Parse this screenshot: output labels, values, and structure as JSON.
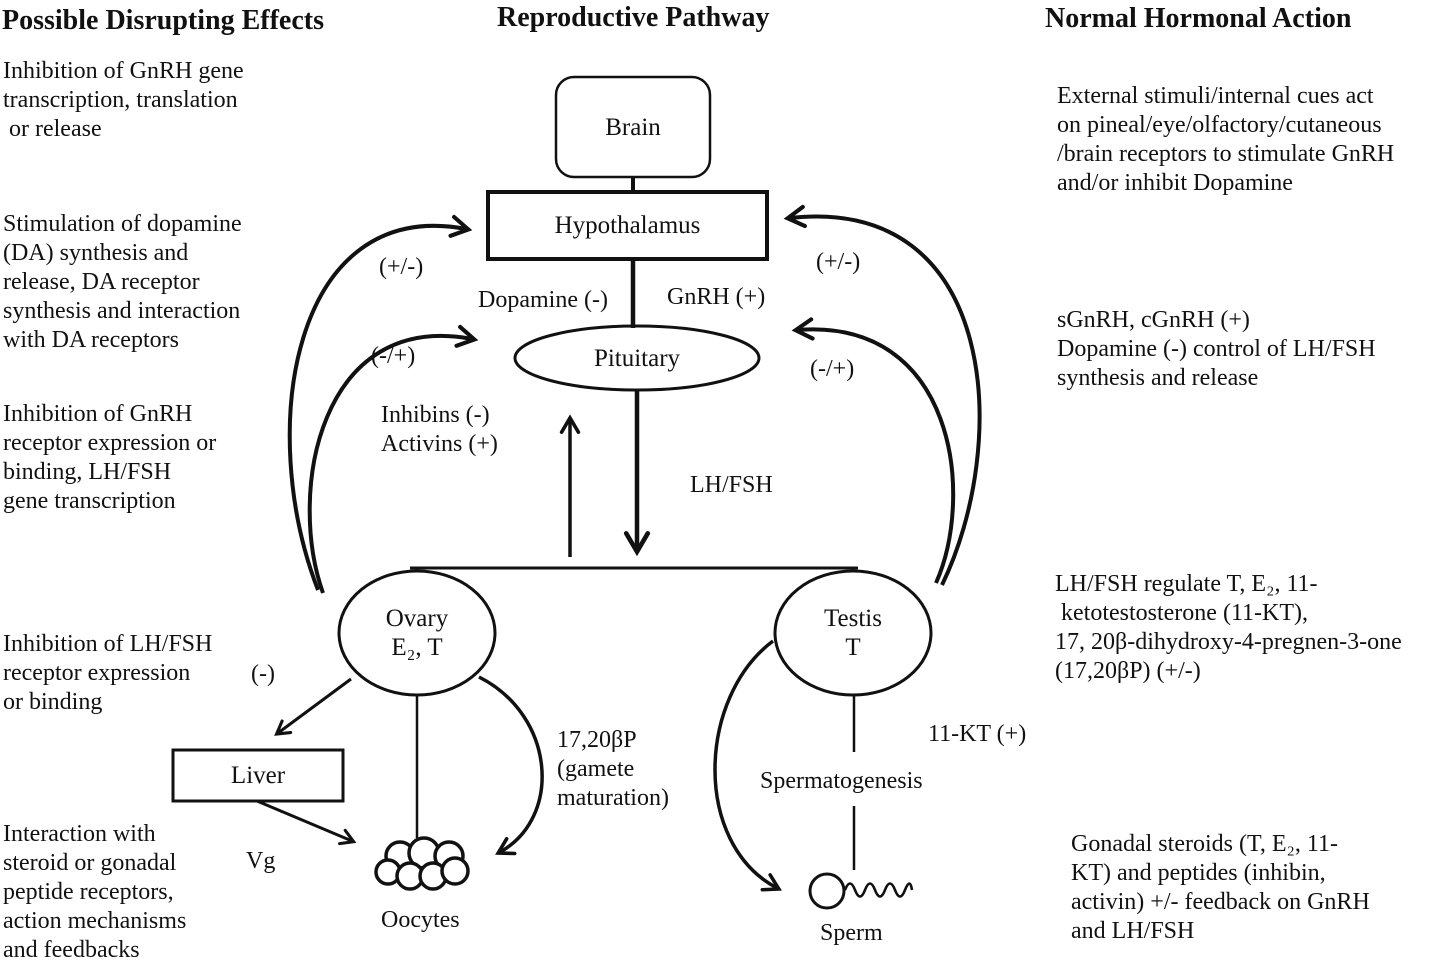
{
  "headers": {
    "left": "Possible Disrupting Effects",
    "center": "Reproductive Pathway",
    "right": "Normal Hormonal Action"
  },
  "left_notes": [
    "Inhibition of GnRH gene\ntranscription, translation\n or release",
    "Stimulation of dopamine\n(DA) synthesis and\nrelease, DA receptor\nsynthesis and interaction\nwith DA receptors",
    "Inhibition of GnRH\nreceptor expression or\nbinding, LH/FSH\ngene transcription",
    "Inhibition of LH/FSH\nreceptor expression\nor binding",
    "Interaction with\nsteroid or gonadal\npeptide receptors,\naction mechanisms\nand feedbacks"
  ],
  "right_notes": [
    "External stimuli/internal cues act\non pineal/eye/olfactory/cutaneous\n/brain receptors to stimulate GnRH\nand/or inhibit Dopamine",
    "sGnRH, cGnRH (+)\nDopamine (-) control of LH/FSH\nsynthesis and release",
    "LH/FSH regulate T, E₂, 11-\n ketotestosterone (11-KT),\n17, 20β-dihydroxy-4-pregnen-3-one\n(17,20βP) (+/-)",
    "Gonadal steroids (T, E₂, 11-\nKT) and peptides (inhibin,\nactivin) +/- feedback on GnRH\nand LH/FSH"
  ],
  "nodes": {
    "brain": "Brain",
    "hypothalamus": "Hypothalamus",
    "pituitary": "Pituitary",
    "ovary": "Ovary\nE₂, T",
    "testis": "Testis\nT",
    "liver": "Liver",
    "oocytes": "Oocytes",
    "sperm": "Sperm"
  },
  "labels": {
    "dopamine": "Dopamine (-)",
    "gnrh": "GnRH (+)",
    "plus_minus_left": "(+/-)",
    "minus_plus_left": "(-/+)",
    "plus_minus_right": "(+/-)",
    "minus_plus_right": "(-/+)",
    "inhibins_activins": "Inhibins (-)\nActivins (+)",
    "lh_fsh": "LH/FSH",
    "gamete_maturation": "17,20βP\n(gamete\nmaturation)",
    "eleven_kt": "11-KT (+)",
    "spermatogenesis": "Spermatogenesis",
    "vg": "Vg",
    "minus": "(-)"
  },
  "colors": {
    "ink": "#111111",
    "background": "#ffffff"
  }
}
